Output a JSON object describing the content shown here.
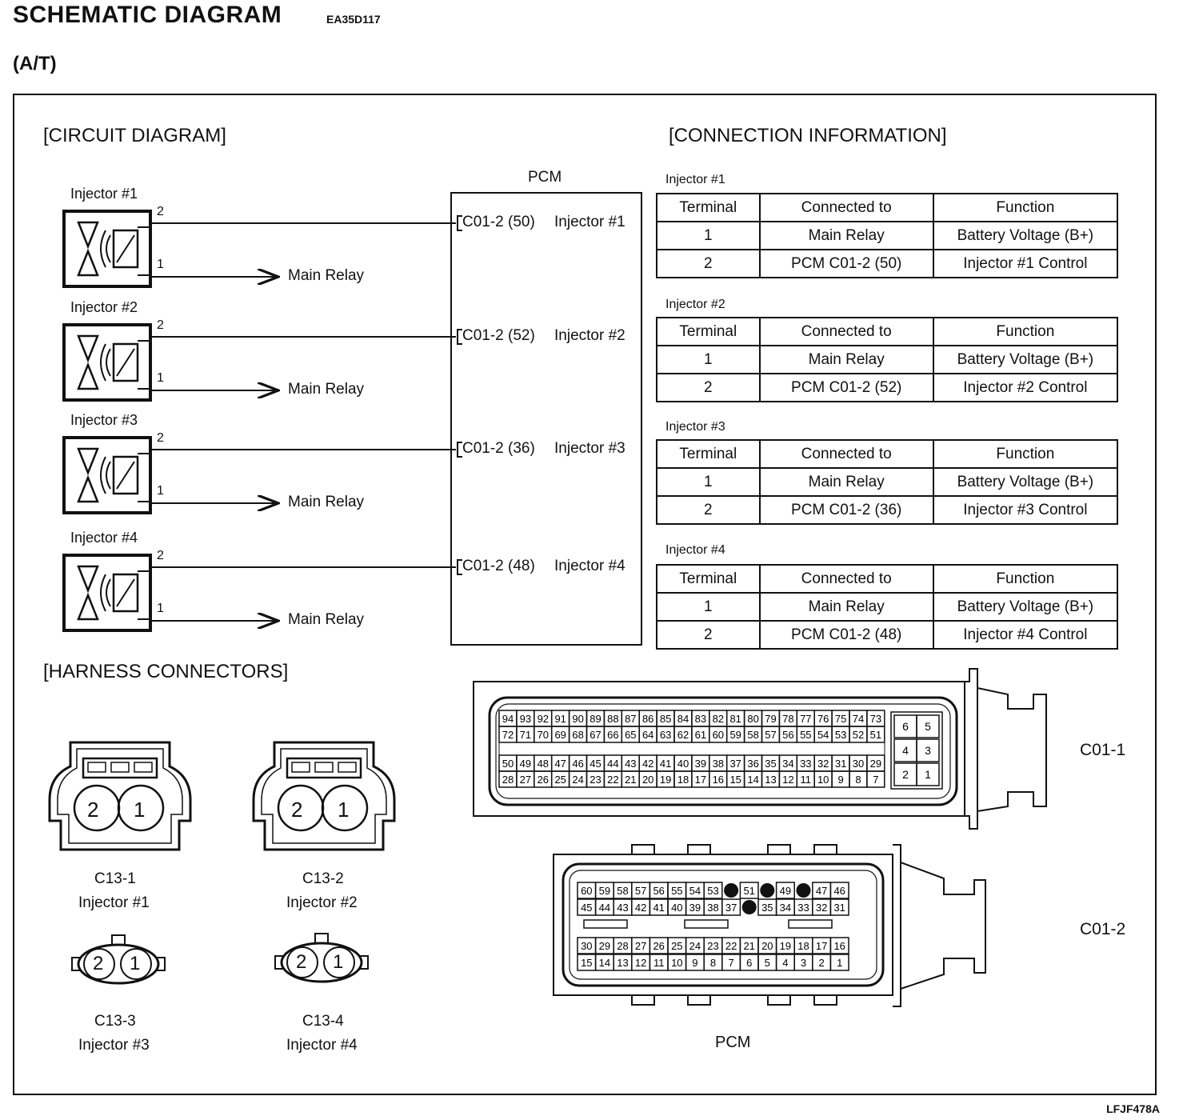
{
  "header": {
    "title": "SCHEMATIC DIAGRAM",
    "code": "EA35D117",
    "subtitle": "(A/T)"
  },
  "sections": {
    "circuit": "[CIRCUIT DIAGRAM]",
    "connection": "[CONNECTION INFORMATION]",
    "harness": "[HARNESS CONNECTORS]"
  },
  "pcm_label": "PCM",
  "injectors": [
    {
      "name": "Injector #1",
      "pin2": "2",
      "pin1": "1",
      "dest": "Main Relay",
      "pcm_terminal": "C01-2 (50)",
      "pcm_label": "Injector #1"
    },
    {
      "name": "Injector #2",
      "pin2": "2",
      "pin1": "1",
      "dest": "Main Relay",
      "pcm_terminal": "C01-2 (52)",
      "pcm_label": "Injector #2"
    },
    {
      "name": "Injector #3",
      "pin2": "2",
      "pin1": "1",
      "dest": "Main Relay",
      "pcm_terminal": "C01-2 (36)",
      "pcm_label": "Injector #3"
    },
    {
      "name": "Injector #4",
      "pin2": "2",
      "pin1": "1",
      "dest": "Main Relay",
      "pcm_terminal": "C01-2 (48)",
      "pcm_label": "Injector #4"
    }
  ],
  "connection_tables": [
    {
      "title": "Injector #1",
      "headers": [
        "Terminal",
        "Connected to",
        "Function"
      ],
      "rows": [
        [
          "1",
          "Main Relay",
          "Battery Voltage (B+)"
        ],
        [
          "2",
          "PCM C01-2 (50)",
          "Injector #1 Control"
        ]
      ]
    },
    {
      "title": "Injector #2",
      "headers": [
        "Terminal",
        "Connected to",
        "Function"
      ],
      "rows": [
        [
          "1",
          "Main Relay",
          "Battery Voltage (B+)"
        ],
        [
          "2",
          "PCM C01-2 (52)",
          "Injector #2 Control"
        ]
      ]
    },
    {
      "title": "Injector #3",
      "headers": [
        "Terminal",
        "Connected to",
        "Function"
      ],
      "rows": [
        [
          "1",
          "Main Relay",
          "Battery Voltage (B+)"
        ],
        [
          "2",
          "PCM C01-2 (36)",
          "Injector #3 Control"
        ]
      ]
    },
    {
      "title": "Injector #4",
      "headers": [
        "Terminal",
        "Connected to",
        "Function"
      ],
      "rows": [
        [
          "1",
          "Main Relay",
          "Battery Voltage (B+)"
        ],
        [
          "2",
          "PCM C01-2 (48)",
          "Injector #4 Control"
        ]
      ]
    }
  ],
  "harness_connectors": [
    {
      "code": "C13-1",
      "name": "Injector #1",
      "pins": [
        "2",
        "1"
      ]
    },
    {
      "code": "C13-2",
      "name": "Injector #2",
      "pins": [
        "2",
        "1"
      ]
    },
    {
      "code": "C13-3",
      "name": "Injector #3",
      "pins": [
        "2",
        "1"
      ]
    },
    {
      "code": "C13-4",
      "name": "Injector #4",
      "pins": [
        "2",
        "1"
      ]
    }
  ],
  "pcm_connectors": {
    "c01_1": {
      "label": "C01-1",
      "rows": [
        [
          "94",
          "93",
          "92",
          "91",
          "90",
          "89",
          "88",
          "87",
          "86",
          "85",
          "84",
          "83",
          "82",
          "81",
          "80",
          "79",
          "78",
          "77",
          "76",
          "75",
          "74",
          "73"
        ],
        [
          "72",
          "71",
          "70",
          "69",
          "68",
          "67",
          "66",
          "65",
          "64",
          "63",
          "62",
          "61",
          "60",
          "59",
          "58",
          "57",
          "56",
          "55",
          "54",
          "53",
          "52",
          "51"
        ],
        [
          "50",
          "49",
          "48",
          "47",
          "46",
          "45",
          "44",
          "43",
          "42",
          "41",
          "40",
          "39",
          "38",
          "37",
          "36",
          "35",
          "34",
          "33",
          "32",
          "31",
          "30",
          "29"
        ],
        [
          "28",
          "27",
          "26",
          "25",
          "24",
          "23",
          "22",
          "21",
          "20",
          "19",
          "18",
          "17",
          "16",
          "15",
          "14",
          "13",
          "12",
          "11",
          "10",
          "9",
          "8",
          "7"
        ]
      ],
      "side": [
        [
          "6",
          "5"
        ],
        [
          "4",
          "3"
        ],
        [
          "2",
          "1"
        ]
      ]
    },
    "c01_2": {
      "label": "C01-2",
      "rows": [
        [
          "60",
          "59",
          "58",
          "57",
          "56",
          "55",
          "54",
          "53",
          "",
          "51",
          "",
          "49",
          "",
          "47",
          "46"
        ],
        [
          "45",
          "44",
          "43",
          "42",
          "41",
          "40",
          "39",
          "38",
          "37",
          "",
          "35",
          "34",
          "33",
          "32",
          "31"
        ],
        [
          "30",
          "29",
          "28",
          "27",
          "26",
          "25",
          "24",
          "23",
          "22",
          "21",
          "20",
          "19",
          "18",
          "17",
          "16"
        ],
        [
          "15",
          "14",
          "13",
          "12",
          "11",
          "10",
          "9",
          "8",
          "7",
          "6",
          "5",
          "4",
          "3",
          "2",
          "1"
        ]
      ]
    },
    "pcm_caption": "PCM"
  },
  "figure_code": "LFJF478A"
}
